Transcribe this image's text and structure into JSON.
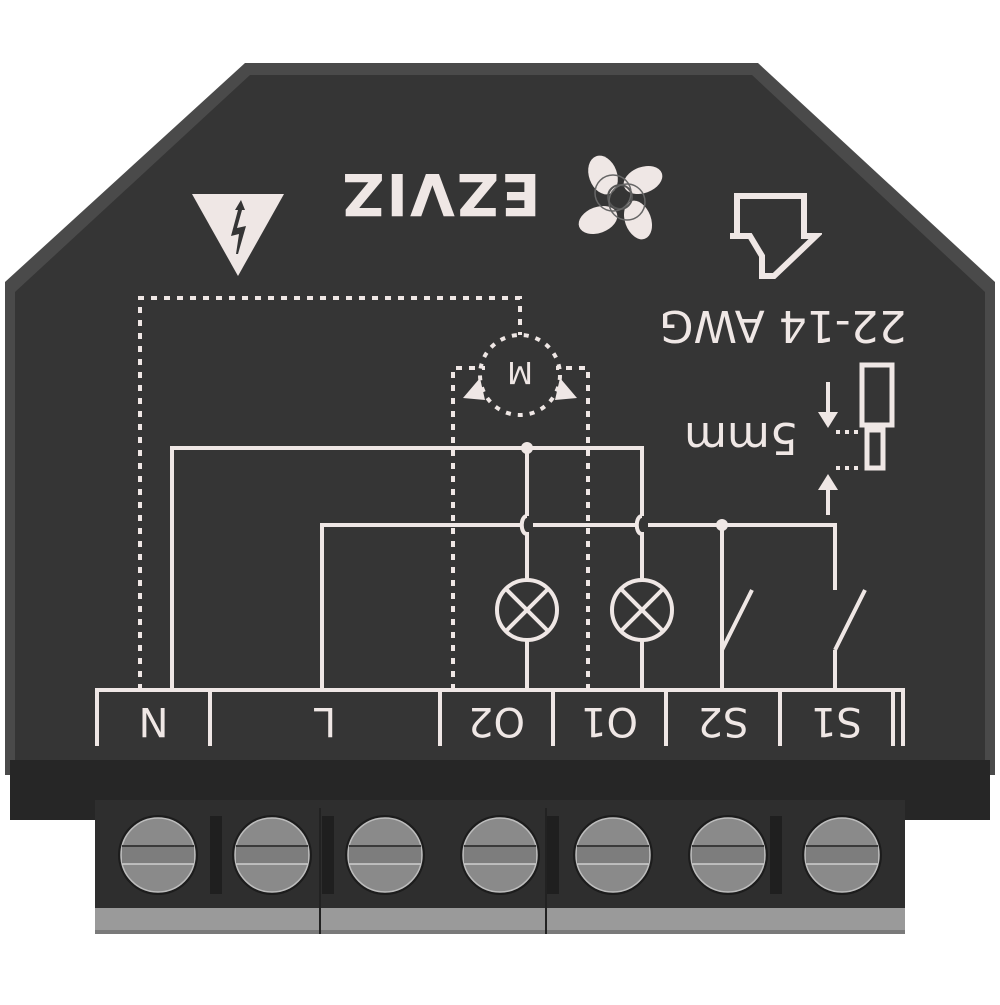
{
  "product": {
    "brand": "EZVIZ",
    "wire_gauge": "22-14 AWG",
    "strip_length": "5mm",
    "motor_label": "M",
    "terminals": [
      {
        "label": "N"
      },
      {
        "label": "L"
      },
      {
        "label": "O2"
      },
      {
        "label": "O1"
      },
      {
        "label": "S2"
      },
      {
        "label": "S1"
      }
    ],
    "screw_count": 7,
    "icons": [
      "high-voltage-warning-icon",
      "ezviz-fan-logo-icon",
      "insert-wire-arrow-icon",
      "lamp-icon",
      "switch-icon",
      "motor-icon",
      "wire-strip-diagram-icon"
    ],
    "colors": {
      "body": "#353535",
      "body_edge": "#4a4a4a",
      "print": "#efe7e5",
      "terminal_block": "#2a2a2a",
      "screw": "#8a8a8a",
      "base_strip": "#9a9a9a"
    }
  }
}
